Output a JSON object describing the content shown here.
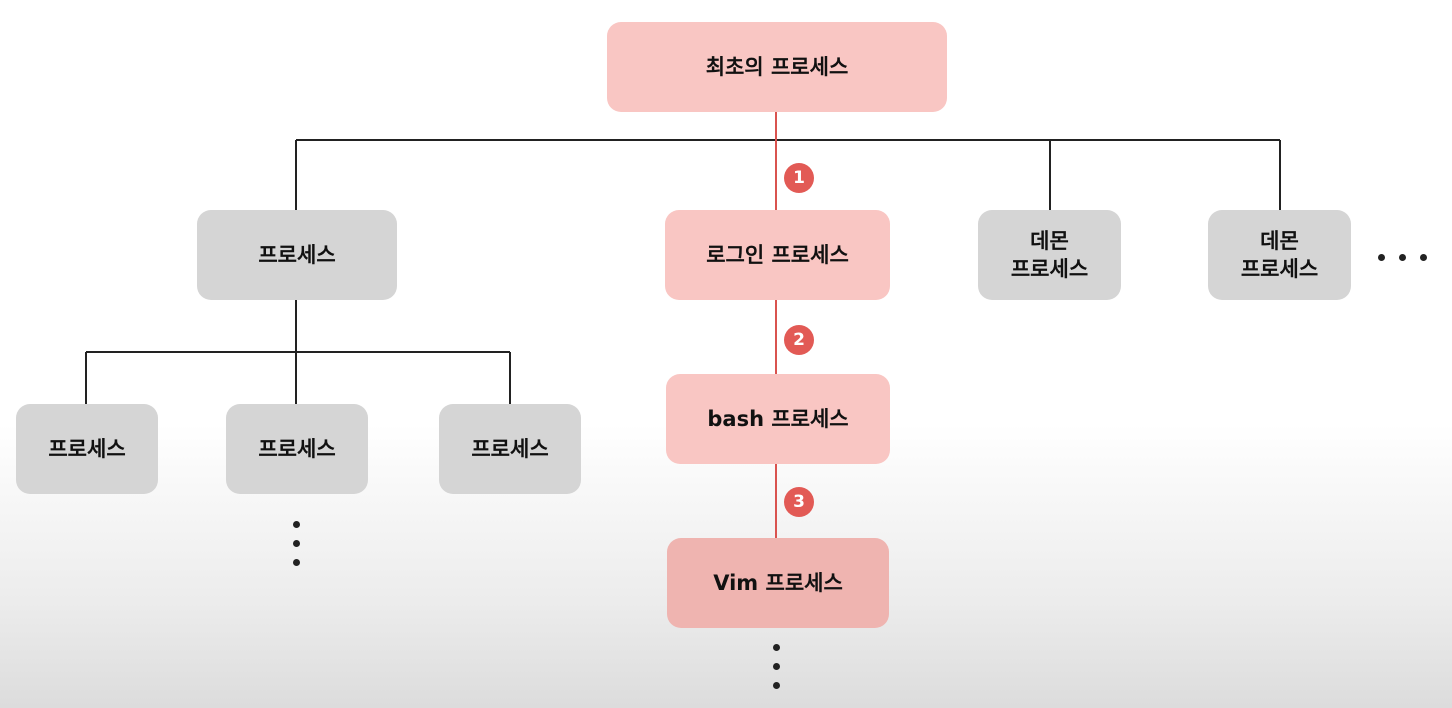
{
  "nodes": {
    "initial": "최초의 프로세스",
    "left_process": "프로세스",
    "login": "로그인 프로세스",
    "daemon1_line1": "데몬",
    "daemon1_line2": "프로세스",
    "daemon2_line1": "데몬",
    "daemon2_line2": "프로세스",
    "child1": "프로세스",
    "child2": "프로세스",
    "child3": "프로세스",
    "bash": "bash 프로세스",
    "vim": "Vim 프로세스"
  },
  "steps": [
    "1",
    "2",
    "3"
  ],
  "colors": {
    "highlight_node": "#f9c6c3",
    "normal_node": "#d5d5d5",
    "step_badge": "#e25a55",
    "highlight_line": "#d9534f",
    "tree_line": "#222222"
  }
}
